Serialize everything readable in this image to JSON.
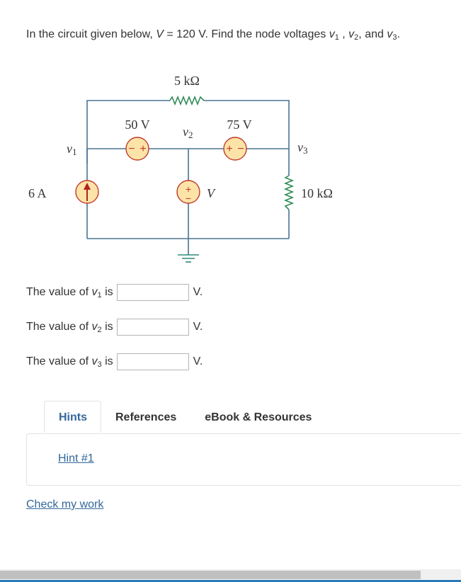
{
  "question": {
    "prefix": "In the circuit given below, ",
    "var_V": "V",
    "equals": " = 120 V. Find the node voltages ",
    "v": "v",
    "sub1": "1",
    "sep1": " , ",
    "sub2": "2",
    "sep2": ", and ",
    "sub3": "3",
    "end": "."
  },
  "circuit": {
    "resistor_top": "5 kΩ",
    "resistor_right": "10 kΩ",
    "source_50": "50 V",
    "source_75": "75 V",
    "current_source": "6 A",
    "voltage_source": "V",
    "node_v1": "v",
    "node_v1_sub": "1",
    "node_v2": "v",
    "node_v2_sub": "2",
    "node_v3": "v",
    "node_v3_sub": "3",
    "plus": "+",
    "minus": "−",
    "colors": {
      "wire": "#4a7391",
      "resistor": "#2e8b57",
      "source_fill": "#fde3a7",
      "source_stroke": "#c0392b",
      "arrow": "#b22222"
    }
  },
  "answers": [
    {
      "label_pre": "The value of ",
      "var": "v",
      "sub": "1",
      "label_post": " is",
      "value": "",
      "unit": "V."
    },
    {
      "label_pre": "The value of ",
      "var": "v",
      "sub": "2",
      "label_post": " is",
      "value": "",
      "unit": "V."
    },
    {
      "label_pre": "The value of ",
      "var": "v",
      "sub": "3",
      "label_post": " is",
      "value": "",
      "unit": "V."
    }
  ],
  "tabs": [
    {
      "label": "Hints",
      "active": true
    },
    {
      "label": "References",
      "active": false
    },
    {
      "label": "eBook & Resources",
      "active": false
    }
  ],
  "hint_link": "Hint #1",
  "check_link": "Check my work",
  "colors": {
    "link": "#33679b",
    "text": "#333333",
    "border": "#e2e2e2"
  }
}
